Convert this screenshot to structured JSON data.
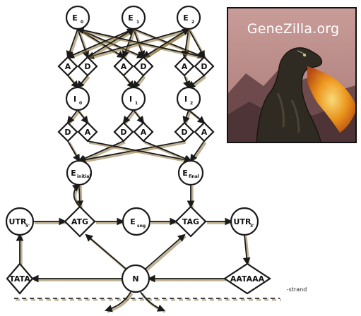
{
  "logo": {
    "title": "GeneZilla.org",
    "image": "dinosaur-breathing-fire"
  },
  "strand_label": "-strand",
  "colors": {
    "node_stroke": "#1a1a1a",
    "edge_shadow": "#8a7238",
    "logo_background": "#b88e8a",
    "fire": "#f29a1c"
  },
  "nodes": {
    "E0": {
      "main": "E",
      "sub": "0"
    },
    "E1": {
      "main": "E",
      "sub": "1"
    },
    "E2": {
      "main": "E",
      "sub": "2"
    },
    "I0": {
      "main": "I",
      "sub": "0"
    },
    "I1": {
      "main": "I",
      "sub": "1"
    },
    "I2": {
      "main": "I",
      "sub": "2"
    },
    "A1": {
      "main": "A"
    },
    "D1": {
      "main": "D"
    },
    "A2": {
      "main": "A"
    },
    "D2": {
      "main": "D"
    },
    "A3": {
      "main": "A"
    },
    "D3": {
      "main": "D"
    },
    "D4": {
      "main": "D"
    },
    "A4": {
      "main": "A"
    },
    "D5": {
      "main": "D"
    },
    "A5": {
      "main": "A"
    },
    "D6": {
      "main": "D"
    },
    "A6": {
      "main": "A"
    },
    "Einit": {
      "main": "E",
      "sub": "initial"
    },
    "Efinal": {
      "main": "E",
      "sub": "final"
    },
    "UTR5": {
      "main": "UTR",
      "sub": "5'"
    },
    "ATG": {
      "main": "ATG"
    },
    "Esng": {
      "main": "E",
      "sub": "sng"
    },
    "TAG": {
      "main": "TAG"
    },
    "UTR3": {
      "main": "UTR",
      "sub": "3'"
    },
    "TATA": {
      "main": "TATA"
    },
    "N": {
      "main": "N"
    },
    "AATAAA": {
      "main": "AATAAA"
    }
  }
}
